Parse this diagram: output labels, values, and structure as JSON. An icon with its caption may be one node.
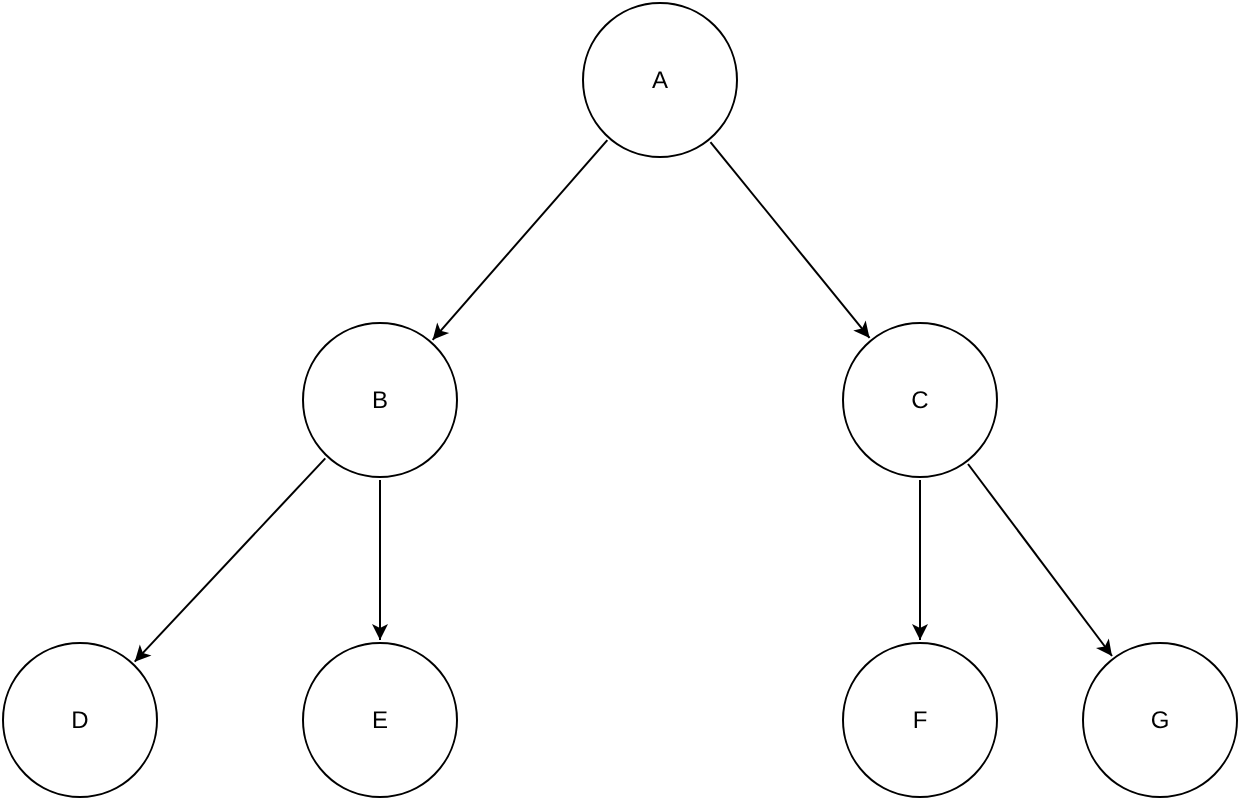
{
  "diagram": {
    "nodes": [
      {
        "text": [
          "A"
        ]
      },
      {
        "text": [
          "B"
        ]
      },
      {
        "text": [
          "C"
        ]
      },
      {
        "text": [
          "D"
        ]
      },
      {
        "text": [
          "E"
        ]
      },
      {
        "text": [
          "F"
        ]
      },
      {
        "text": [
          "G"
        ]
      }
    ],
    "edges": [
      {
        "from": 0,
        "to": 1,
        "arrow": "to"
      },
      {
        "from": 0,
        "to": 2,
        "arrow": "to"
      },
      {
        "from": 1,
        "to": 3,
        "arrow": "to"
      },
      {
        "from": 1,
        "to": 4,
        "arrow": "to"
      },
      {
        "from": 2,
        "to": 5,
        "arrow": "to"
      },
      {
        "from": 2,
        "to": 6,
        "arrow": "to"
      }
    ]
  }
}
